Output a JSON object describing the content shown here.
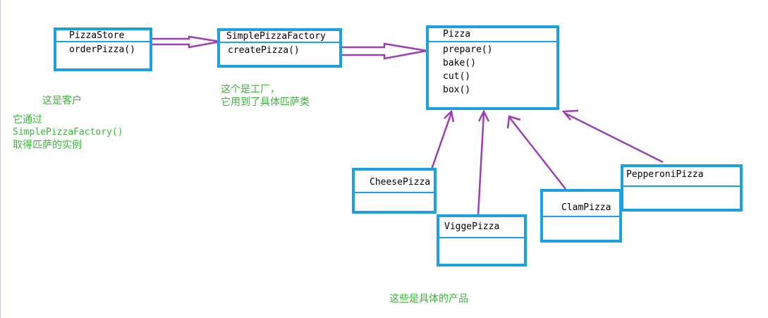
{
  "classes": {
    "pizza_store": {
      "name": "PizzaStore",
      "ops": [
        "orderPizza()"
      ]
    },
    "factory": {
      "name": "SimplePizzaFactory",
      "ops": [
        "createPizza()"
      ]
    },
    "pizza": {
      "name": "Pizza",
      "ops": [
        "prepare()",
        "bake()",
        "cut()",
        "box()"
      ]
    },
    "cheese": {
      "name": "CheesePizza"
    },
    "vigge": {
      "name": "ViggePizza"
    },
    "clam": {
      "name": "ClamPizza"
    },
    "pepperoni": {
      "name": "PepperoniPizza"
    }
  },
  "notes": {
    "client": "这是客户",
    "client_detail": [
      "它通过",
      "SimplePizzaFactory()",
      "取得匹萨的实例"
    ],
    "factory": [
      "这个是工厂，",
      "它用到了具体匹萨类"
    ],
    "products": "这些是具体的产品"
  },
  "colors": {
    "box_border": "#1ba1e2",
    "arrow": "#9c3fb5",
    "note_text": "#3cb43c"
  }
}
